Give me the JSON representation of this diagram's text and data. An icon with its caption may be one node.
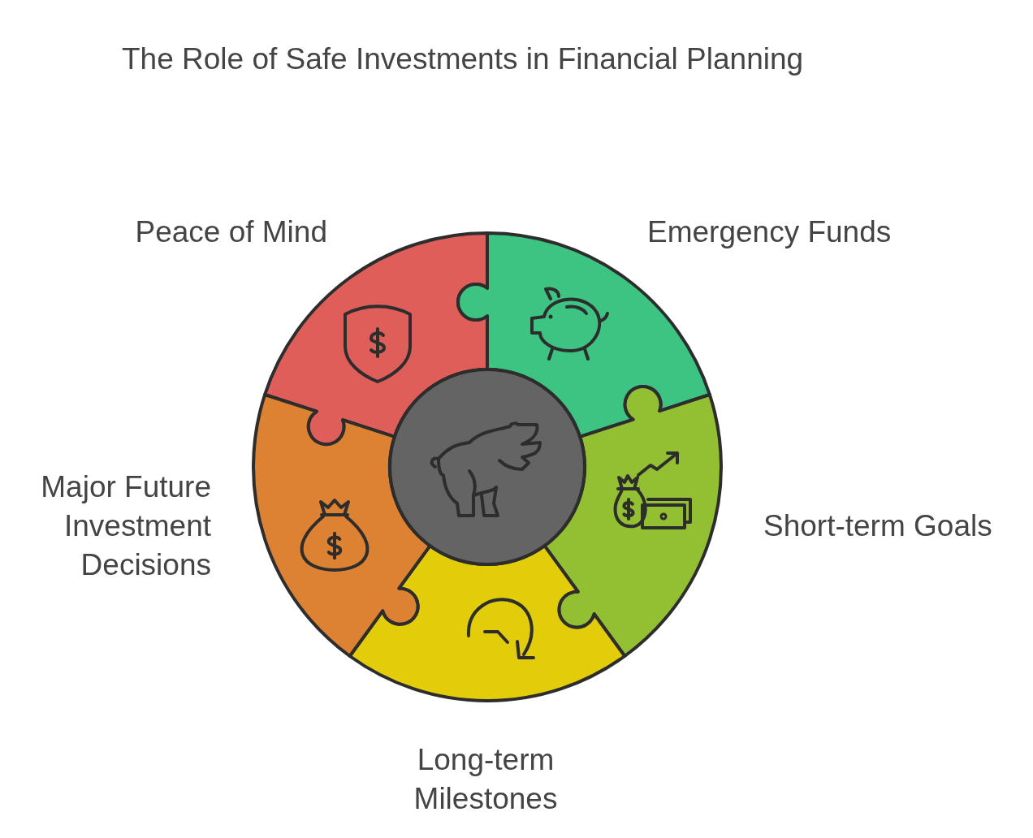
{
  "diagram": {
    "title": "The Role of Safe Investments in Financial Planning",
    "nodes": [
      {
        "text": [
          "Peace of Mind"
        ]
      },
      {
        "text": [
          "Emergency Funds"
        ]
      },
      {
        "text": [
          "Short-term Goals"
        ]
      },
      {
        "text": [
          "Long-term Milestones"
        ]
      },
      {
        "text": [
          "Major Future Investment Decisions"
        ]
      },
      {
        "text": [],
        "shape": "circle"
      }
    ],
    "edges": []
  }
}
